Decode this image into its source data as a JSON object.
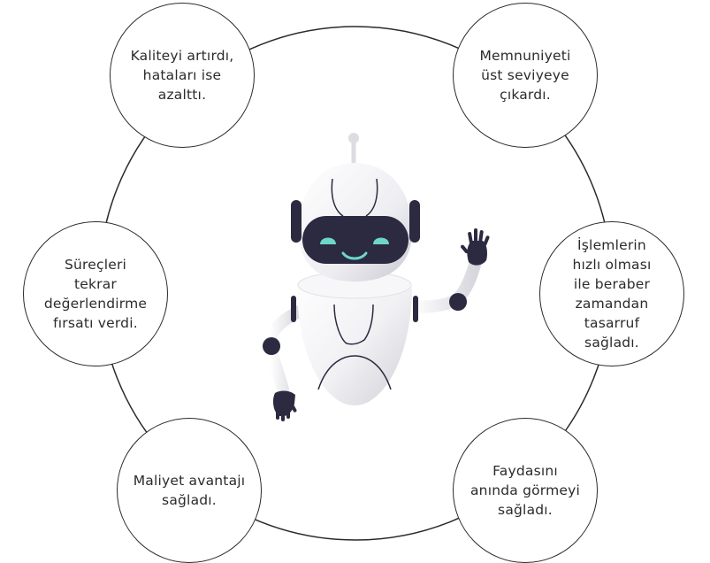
{
  "diagram": {
    "nodes": {
      "quality": {
        "lines": [
          "Kaliteyi artırdı,",
          "hataları ise",
          "azalttı."
        ]
      },
      "satisfaction": {
        "lines": [
          "Memnuniyeti",
          "üst seviyeye",
          "çıkardı."
        ]
      },
      "review": {
        "lines": [
          "Süreçleri",
          "tekrar",
          "değerlendirme",
          "fırsatı verdi."
        ]
      },
      "speed": {
        "lines": [
          "İşlemlerin",
          "hızlı olması",
          "ile beraber",
          "zamandan",
          "tasarruf",
          "sağladı."
        ]
      },
      "cost": {
        "lines": [
          "Maliyet avantajı",
          "sağladı."
        ]
      },
      "instant": {
        "lines": [
          "Faydasını",
          "anında görmeyi",
          "sağladı."
        ]
      }
    },
    "colors": {
      "outline": "#2a2a2a",
      "text": "#2b2b2b",
      "robot_body": "#f2f2f4",
      "robot_shade": "#d9d9de",
      "robot_dark": "#2b2a40",
      "robot_eyes": "#6ed6c8"
    }
  }
}
